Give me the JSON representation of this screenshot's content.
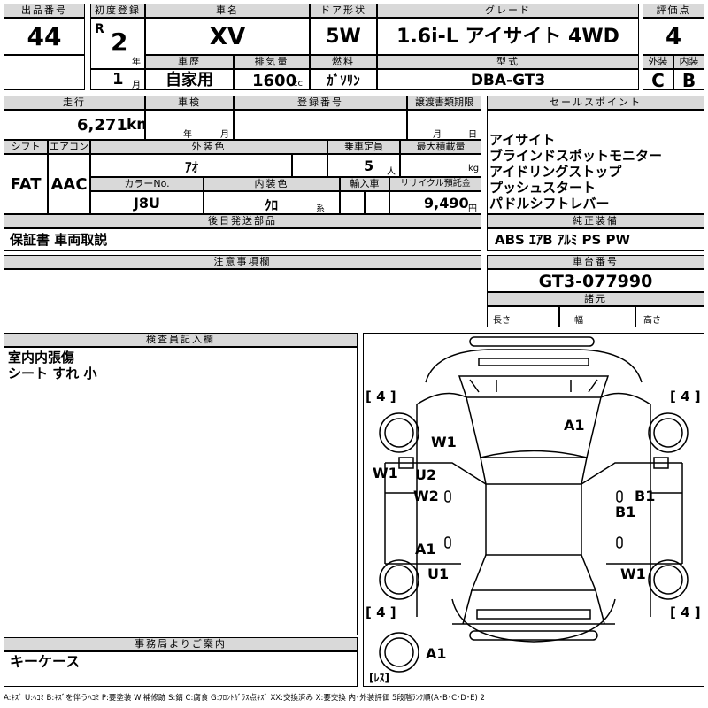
{
  "header": {
    "lot_label": "出品番号",
    "lot_no": "44",
    "first_reg_label": "初度登録",
    "era": "R",
    "reg_year": "2",
    "year_unit": "年",
    "reg_month": "1",
    "month_unit": "月",
    "name_label": "車名",
    "name": "XV",
    "door_label": "ドア形状",
    "door": "5W",
    "grade_label": "グレード",
    "grade": "1.6i-L アイサイト 4WD",
    "score_label": "評価点",
    "score": "4",
    "history_label": "車歴",
    "history": "自家用",
    "displacement_label": "排気量",
    "displacement": "1600",
    "displacement_unit": "cc",
    "fuel_label": "燃料",
    "fuel": "ｶﾞｿﾘﾝ",
    "model_label": "型式",
    "model": "DBA-GT3",
    "exterior_label": "外装",
    "exterior": "C",
    "interior_label": "内装",
    "interior": "B"
  },
  "row2": {
    "mileage_label": "走行",
    "mileage": "6,271",
    "mileage_unit": "km",
    "inspection_label": "車検",
    "year_unit": "年",
    "month_unit": "月",
    "regno_label": "登録番号",
    "transfer_label": "譲渡書類期限",
    "month_unit2": "月",
    "day_unit": "日",
    "shift_label": "シフト",
    "shift": "FAT",
    "ac_label": "エアコン",
    "ac": "AAC",
    "ext_color_label": "外装色",
    "ext_color": "ｱｵ",
    "capacity_label": "乗車定員",
    "capacity": "5",
    "capacity_unit": "人",
    "payload_label": "最大積載量",
    "payload_unit": "kg",
    "color_no_label": "カラーNo.",
    "color_no": "J8U",
    "int_color_label": "内装色",
    "int_color": "ｸﾛ",
    "int_color_unit": "系",
    "import_label": "輸入車",
    "recycle_label": "リサイクル預託金",
    "recycle": "9,490",
    "recycle_unit": "円",
    "later_label": "後日発送部品",
    "later": "保証書 車両取説"
  },
  "sales": {
    "label": "セールスポイント",
    "items": [
      "アイサイト",
      "ブラインドスポットモニター",
      "アイドリングストップ",
      "プッシュスタート",
      "パドルシフトレバー"
    ],
    "equip_label": "純正装備",
    "equip": "ABS ｴｱB ｱﾙﾐ PS PW"
  },
  "notes": {
    "label": "注意事項欄"
  },
  "chassis": {
    "label": "車台番号",
    "value": "GT3-077990",
    "spec_label": "諸元",
    "length": "長さ",
    "width": "幅",
    "height": "高さ"
  },
  "inspector": {
    "label": "検査員記入欄",
    "lines": [
      "室内内張傷",
      "シート すれ 小"
    ]
  },
  "office": {
    "label": "事務局よりご案内",
    "value": "キーケース"
  },
  "diagram": {
    "tires": [
      "[ 4 ]",
      "[ 4 ]",
      "[ 4 ]",
      "[ 4 ]"
    ],
    "spare": "[ﾚｽ]",
    "marks": [
      "A1",
      "W1",
      "W1",
      "U2",
      "W2",
      "A1",
      "U1",
      "B1",
      "B1",
      "W1",
      "A1"
    ]
  },
  "legend": "A:ｷｽﾞ U:ﾍｺﾐ B:ｷｽﾞを伴うﾍｺﾐ P:要塗装 W:補修跡 S:錆 C:腐食 G:ﾌﾛﾝﾄｶﾞﾗｽ点ｷｽﾞ XX:交換済み X:要交換 内･外装評価 5段階ﾗﾝｸ順(A･B･C･D･E) 2"
}
